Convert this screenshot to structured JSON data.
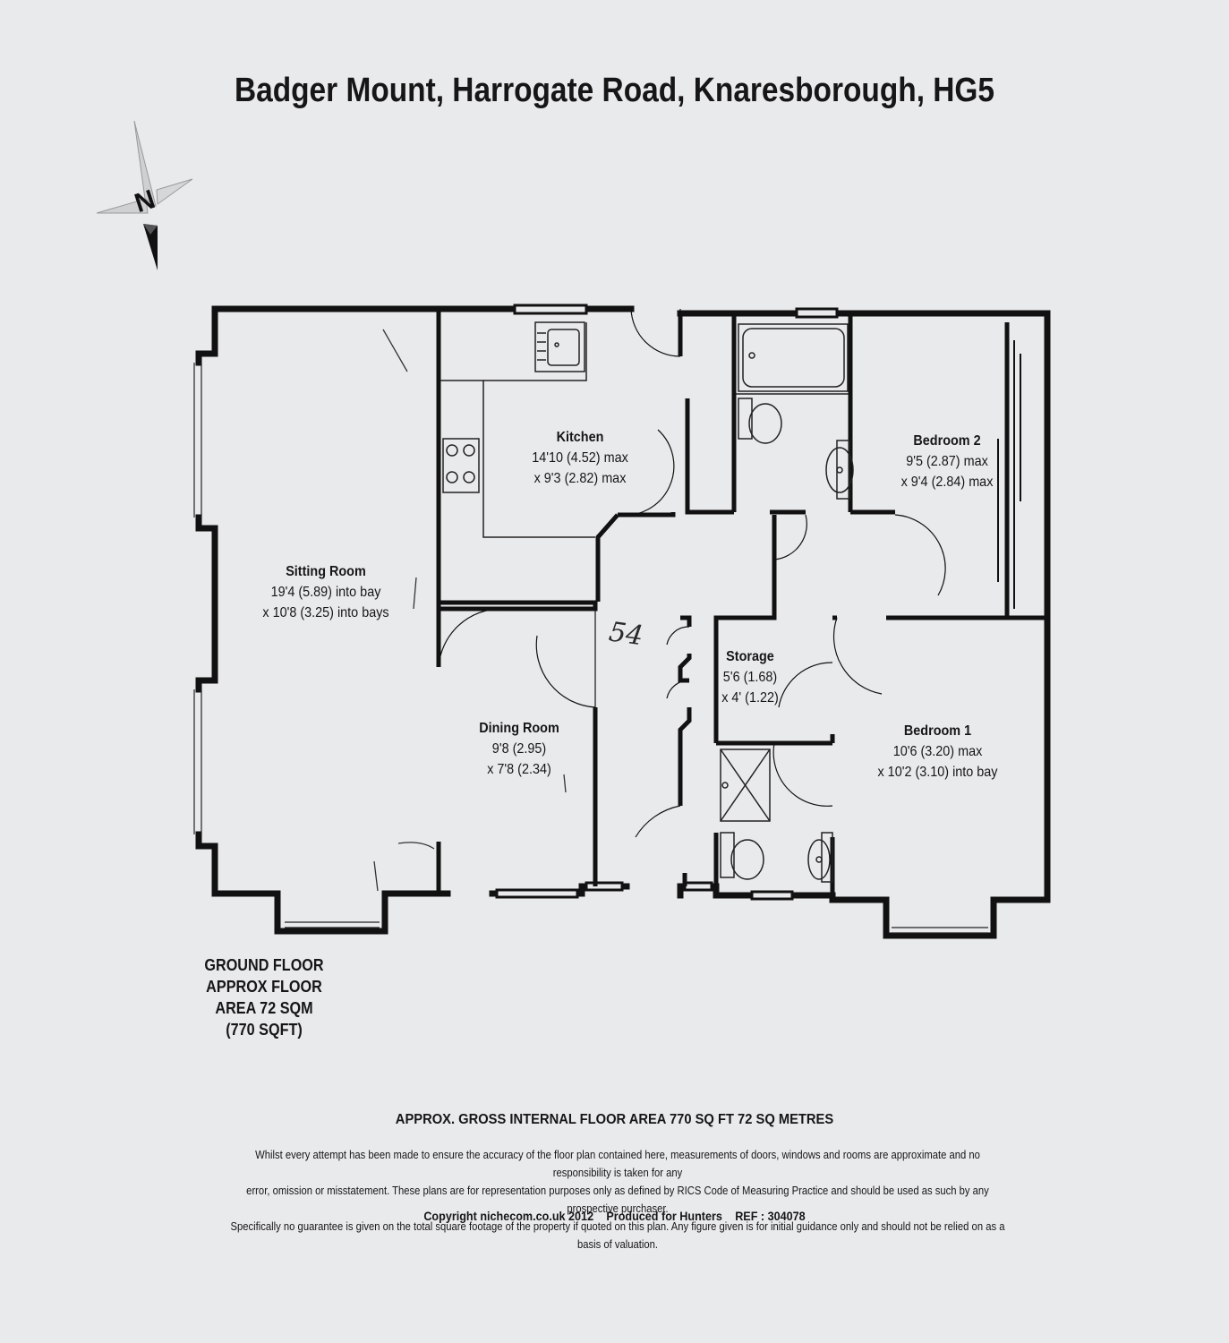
{
  "title": "Badger Mount, Harrogate Road, Knaresborough, HG5",
  "compass": {
    "label": "N",
    "icon": "compass-north-icon"
  },
  "rooms": [
    {
      "id": "kitchen",
      "name": "Kitchen",
      "dim1": "14'10 (4.52) max",
      "dim2": "x 9'3 (2.82) max"
    },
    {
      "id": "bedroom-2",
      "name": "Bedroom 2",
      "dim1": "9'5 (2.87) max",
      "dim2": "x 9'4 (2.84) max"
    },
    {
      "id": "sitting-room",
      "name": "Sitting Room",
      "dim1": "19'4 (5.89) into bay",
      "dim2": "x 10'8 (3.25) into bays"
    },
    {
      "id": "storage",
      "name": "Storage",
      "dim1": "5'6 (1.68)",
      "dim2": "x 4' (1.22)"
    },
    {
      "id": "dining-room",
      "name": "Dining Room",
      "dim1": "9'8 (2.95)",
      "dim2": "x 7'8 (2.34)"
    },
    {
      "id": "bedroom-1",
      "name": "Bedroom 1",
      "dim1": "10'6 (3.20) max",
      "dim2": "x 10'2 (3.10) into bay"
    }
  ],
  "handwritten_note": "54",
  "floor_label": [
    "GROUND FLOOR",
    "APPROX FLOOR",
    "AREA 72 SQM",
    "(770 SQFT)"
  ],
  "gross_area": "APPROX. GROSS INTERNAL FLOOR AREA 770 SQ FT 72 SQ METRES",
  "disclaimer": [
    "Whilst every attempt has been made to ensure the accuracy of the floor plan contained here, measurements of doors, windows and rooms are approximate and no responsibility is taken for any",
    "error, omission or misstatement. These plans are for representation purposes only as defined by RICS Code of Measuring Practice and should be used as such by any prospective purchaser.",
    "Specifically no guarantee is given on the total square footage of the property if quoted on this plan. Any figure given is for initial guidance only and should not be relied on as a basis of valuation."
  ],
  "copyright": "Copyright nichecom.co.uk 2012",
  "produced_for": "Produced for Hunters",
  "ref": "REF : 304078",
  "colors": {
    "paper": "#e9eaec",
    "ink": "#161616"
  }
}
